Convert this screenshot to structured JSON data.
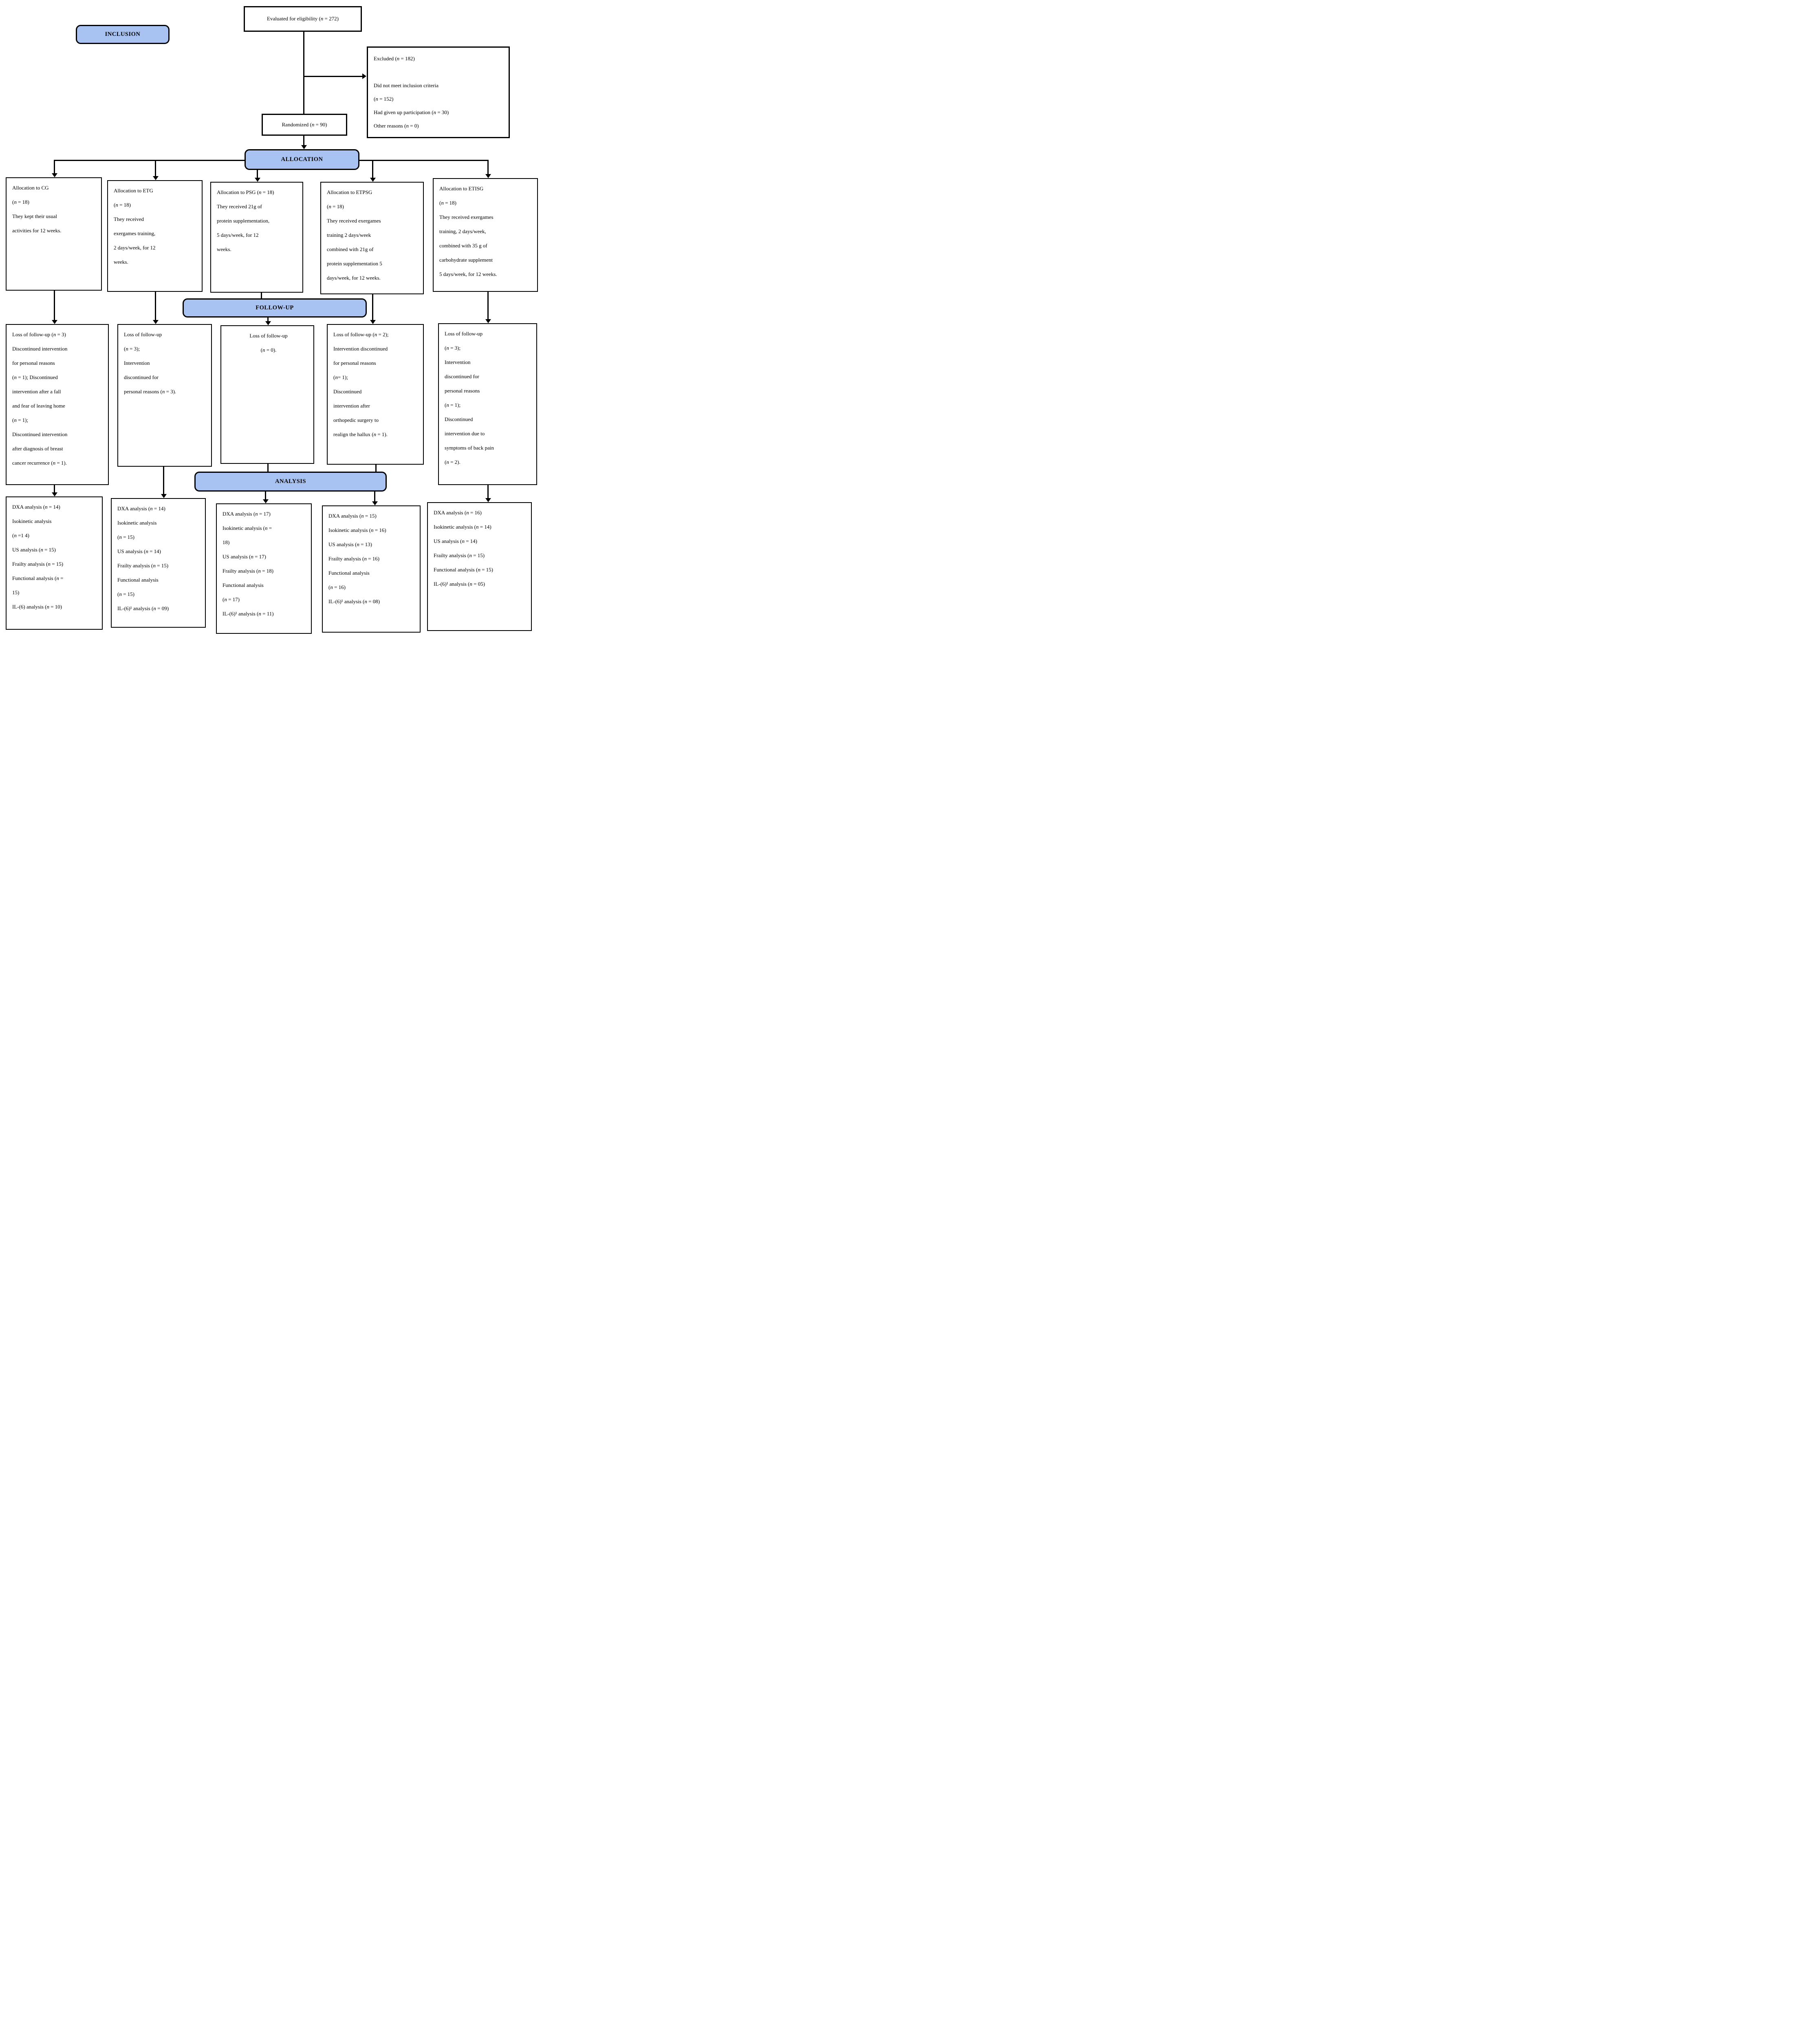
{
  "colors": {
    "banner_fill": "#a8c3f2",
    "border": "#000000",
    "background": "#ffffff"
  },
  "banners": {
    "inclusion": "INCLUSION",
    "allocation": "ALLOCATION",
    "followup": "FOLLOW-UP",
    "analysis": "ANALYSIS"
  },
  "top": {
    "evaluated": "Evaluated for eligibility (n = 272)",
    "excluded": "Excluded (n = 182)\n\nDid not meet inclusion criteria\n(n = 152)\nHad given up participation (n = 30)\nOther reasons (n = 0)",
    "randomized": "Randomized (n = 90)"
  },
  "allocation_boxes": [
    {
      "group": "CG",
      "text": "Allocation to CG\n(n = 18)\nThey kept their usual\nactivities for 12 weeks."
    },
    {
      "group": "ETG",
      "text": "Allocation to ETG\n(n = 18)\nThey received\nexergames training,\n2 days/week, for 12\nweeks."
    },
    {
      "group": "PSG",
      "text": "Allocation to PSG (n = 18)\nThey received 21g of\nprotein supplementation,\n5 days/week, for 12\nweeks."
    },
    {
      "group": "ETPSG",
      "text": "Allocation to ETPSG\n(n = 18)\nThey received exergames\ntraining 2 days/week\ncombined with 21g of\nprotein supplementation 5\ndays/week, for 12 weeks."
    },
    {
      "group": "ETISG",
      "text": "Allocation to ETISG\n(n = 18)\nThey received exergames\ntraining, 2 days/week,\ncombined with 35 g of\ncarbohydrate supplement\n5 days/week, for 12 weeks."
    }
  ],
  "followup_boxes": [
    {
      "group": "CG",
      "text": "Loss of follow-up (n = 3)\nDiscontinued intervention\nfor personal reasons\n (n = 1); Discontinued\nintervention after a fall\nand fear of leaving home\n(n = 1);\nDiscontinued intervention\nafter diagnosis of breast\ncancer recurrence (n = 1)."
    },
    {
      "group": "ETG",
      "text": "Loss of follow-up\n(n = 3);\nIntervention\ndiscontinued for\npersonal reasons (n = 3)."
    },
    {
      "group": "PSG",
      "text": "Loss of follow-up\n(n = 0)."
    },
    {
      "group": "ETPSG",
      "text": "Loss of follow-up (n = 2);\nIntervention discontinued\nfor personal reasons\n(n= 1);\nDiscontinued\nintervention after\northopedic surgery to\nrealign the hallux (n = 1)."
    },
    {
      "group": "ETISG",
      "text": "Loss of follow-up\n(n = 3);\nIntervention\ndiscontinued for\npersonal reasons\n(n = 1);\nDiscontinued\nintervention due to\nsymptoms of back pain\n(n = 2)."
    }
  ],
  "analysis_boxes": [
    {
      "group": "CG",
      "text": "DXA analysis (n = 14)\nIsokinetic analysis\n(n =1 4)\nUS analysis (n = 15)\nFrailty analysis (n = 15)\nFunctional analysis (n =\n15)\nIL-(6) analysis (n = 10)"
    },
    {
      "group": "ETG",
      "text": "DXA analysis (n = 14)\nIsokinetic analysis\n(n = 15)\nUS analysis (n = 14)\nFrailty analysis (n = 15)\nFunctional analysis\n(n = 15)\nIL-(6)¹ analysis (n = 09)"
    },
    {
      "group": "PSG",
      "text": "DXA analysis (n = 17)\nIsokinetic analysis (n =\n18)\nUS analysis (n = 17)\nFrailty analysis (n = 18)\nFunctional analysis\n(n = 17)\nIL-(6)¹ analysis (n = 11)"
    },
    {
      "group": "ETPSG",
      "text": "DXA analysis (n = 15)\nIsokinetic analysis (n = 16)\nUS analysis (n = 13)\nFrailty analysis (n = 16)\nFunctional analysis\n(n = 16)\nIL-(6)¹ analysis (n = 08)"
    },
    {
      "group": "ETISG",
      "text": "DXA analysis (n = 16)\nIsokinetic analysis (n = 14)\nUS analysis (n = 14)\nFrailty analysis (n = 15)\nFunctional analysis (n = 15)\nIL-(6)¹ analysis (n = 05)"
    }
  ]
}
